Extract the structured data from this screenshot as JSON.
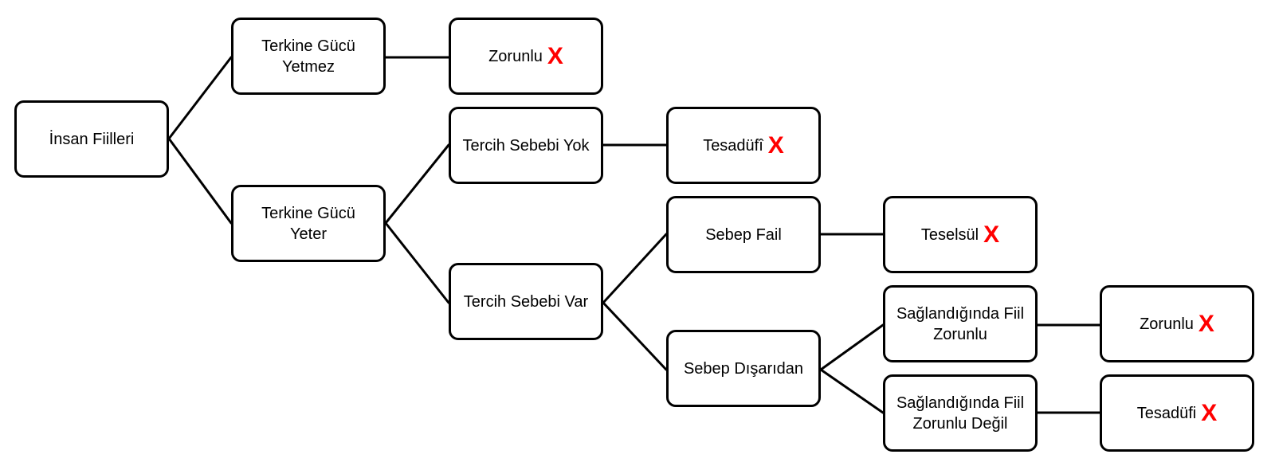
{
  "diagram": {
    "root": {
      "label": "İnsan Fiilleri"
    },
    "terkine_yetmez": {
      "label": "Terkine Gücü\nYetmez"
    },
    "terkine_yeter": {
      "label": "Terkine Gücü\nYeter"
    },
    "zorunlu_1": {
      "label": "Zorunlu",
      "mark": "X"
    },
    "tercih_yok": {
      "label": "Tercih Sebebi Yok"
    },
    "tercih_var": {
      "label": "Tercih Sebebi Var"
    },
    "tesadufi_1": {
      "label": "Tesadüfî",
      "mark": "X"
    },
    "sebep_fail": {
      "label": "Sebep Fail"
    },
    "sebep_disaridan": {
      "label": "Sebep Dışarıdan"
    },
    "teselsul": {
      "label": "Teselsül",
      "mark": "X"
    },
    "saglandiginda_zorunlu": {
      "label": "Sağlandığında Fiil\nZorunlu"
    },
    "saglandiginda_degil": {
      "label": "Sağlandığında Fiil\nZorunlu Değil"
    },
    "zorunlu_2": {
      "label": "Zorunlu",
      "mark": "X"
    },
    "tesadufi_2": {
      "label": "Tesadüfi",
      "mark": "X"
    }
  },
  "colors": {
    "node_border": "#000000",
    "connector": "#000000",
    "rejected_mark": "#ff0000",
    "background": "#ffffff"
  },
  "icons": {
    "rejected_mark": "cross-mark-icon"
  }
}
